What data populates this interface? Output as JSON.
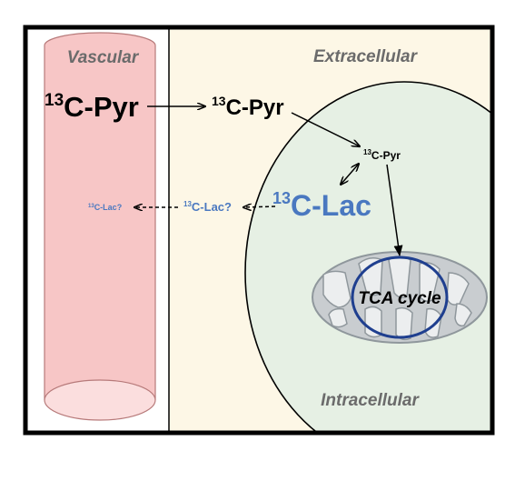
{
  "regions": {
    "vascular": "Vascular",
    "extracellular": "Extracellular",
    "intracellular": "Intracellular"
  },
  "metabolites": {
    "pyr_vascular": {
      "sup": "13",
      "text": "C-Pyr"
    },
    "pyr_extracellular": {
      "sup": "13",
      "text": "C-Pyr"
    },
    "pyr_intracellular": {
      "sup": "13",
      "text": "C-Pyr"
    },
    "lac_intracellular": {
      "sup": "13",
      "text": "C-Lac"
    },
    "lac_extracellular": {
      "sup": "13",
      "text": "C-Lac?"
    },
    "lac_vascular": {
      "sup": "13",
      "text": "C-Lac?"
    }
  },
  "mitochondrion": {
    "label": "TCA cycle"
  },
  "colors": {
    "vessel_fill": "#f7c6c6",
    "vessel_stroke": "#b77a7a",
    "extracellular_bg": "#fdf7e6",
    "cell_fill": "#e6f0e4",
    "cell_stroke": "#000000",
    "mito_fill": "#c9cdd0",
    "mito_stroke": "#8f979c",
    "tca_stroke": "#1f3f8f",
    "lactate_blue": "#4a78c0",
    "region_label": "#6b6b6b"
  }
}
